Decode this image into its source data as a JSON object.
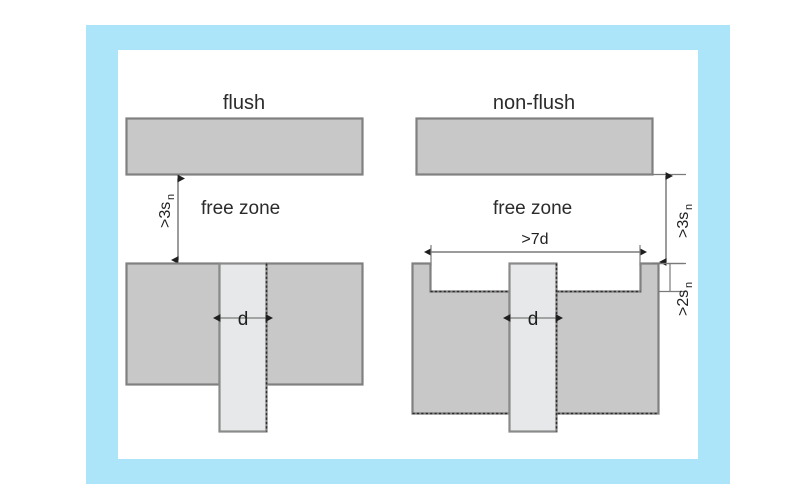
{
  "figure": {
    "frame_color": "#ace5fa",
    "canvas_color": "#ffffff",
    "block_fill": "#c8c8c8",
    "block_stroke": "#808080",
    "sensor_fill": "#e6e8e9",
    "sensor_stroke": "#8a8a8a",
    "dim_line_color": "#7a7a7a",
    "arrow_color": "#1f1f1f",
    "dotted_color": "#2b2b2b"
  },
  "left_panel": {
    "title": "flush",
    "free_zone_label": "free zone",
    "vertical_dim": {
      "text": ">3s",
      "subscript": "n"
    },
    "diameter_label": "d"
  },
  "right_panel": {
    "title": "non-flush",
    "free_zone_label": "free zone",
    "width_dim": ">7d",
    "vertical_dim": {
      "text": ">3s",
      "subscript": "n"
    },
    "recess_dim": {
      "text": ">2s",
      "subscript": "n"
    },
    "diameter_label": "d"
  }
}
